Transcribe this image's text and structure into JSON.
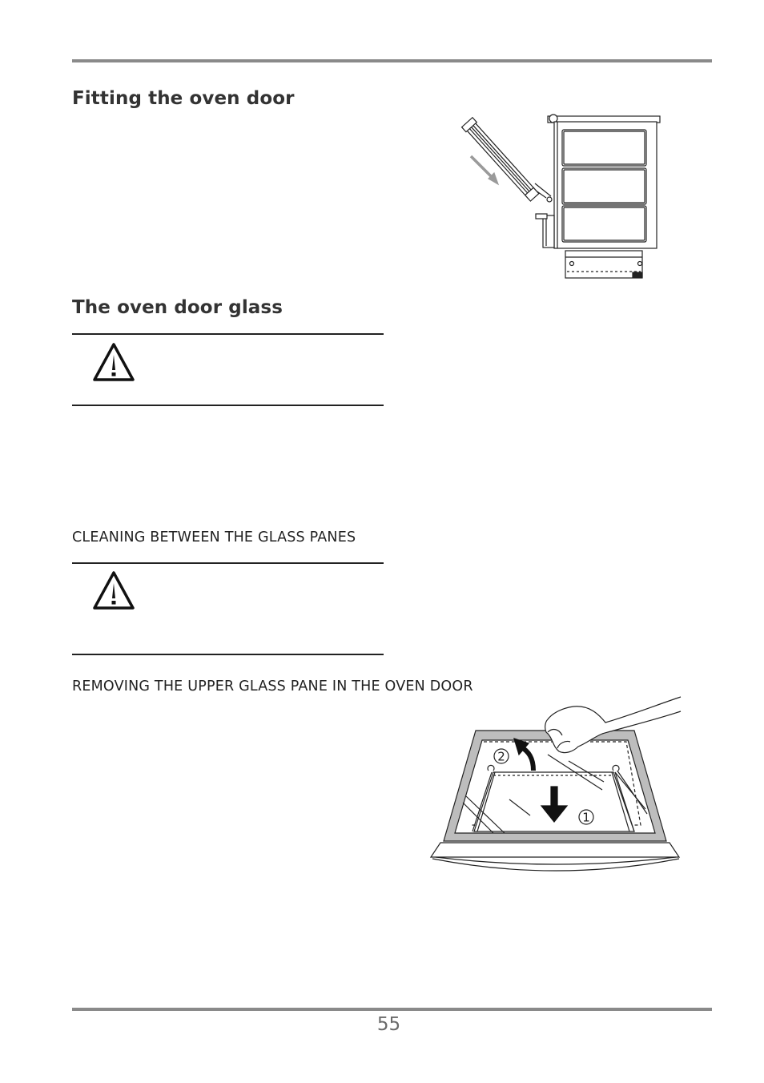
{
  "headings": {
    "fitting_door": "Fitting the oven door",
    "door_glass": "The oven door glass",
    "cleaning_panes": "CLEANING BETWEEN THE GLASS PANES",
    "removing_pane": "REMOVING THE UPPER GLASS PANE IN THE OVEN DOOR"
  },
  "figures": {
    "door_callouts": [
      "2",
      "1"
    ]
  },
  "icons": {
    "warning_1": "warning-triangle-icon",
    "warning_2": "warning-triangle-icon"
  },
  "footer": {
    "page_number": "55"
  },
  "colors": {
    "rule": "#8a8a8a",
    "heading": "#333333",
    "page_number": "#6a6a6a",
    "arrow_grey": "#9a9a9a",
    "door_frame_grey": "#bdbdbd"
  }
}
